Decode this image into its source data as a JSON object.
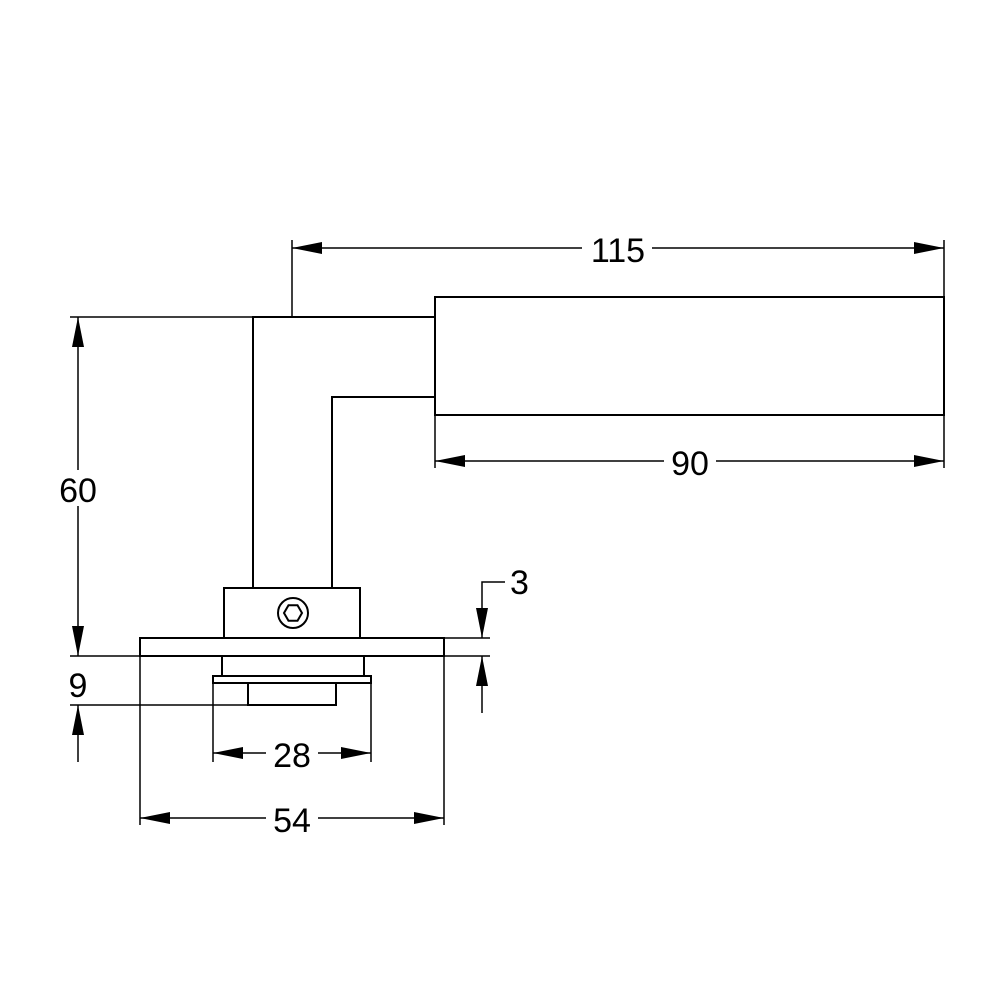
{
  "dimensions": {
    "overall_length": "115",
    "lever_length": "90",
    "height": "60",
    "rose_thickness": "3",
    "base_height": "9",
    "inner_diameter": "28",
    "rose_diameter": "54"
  }
}
